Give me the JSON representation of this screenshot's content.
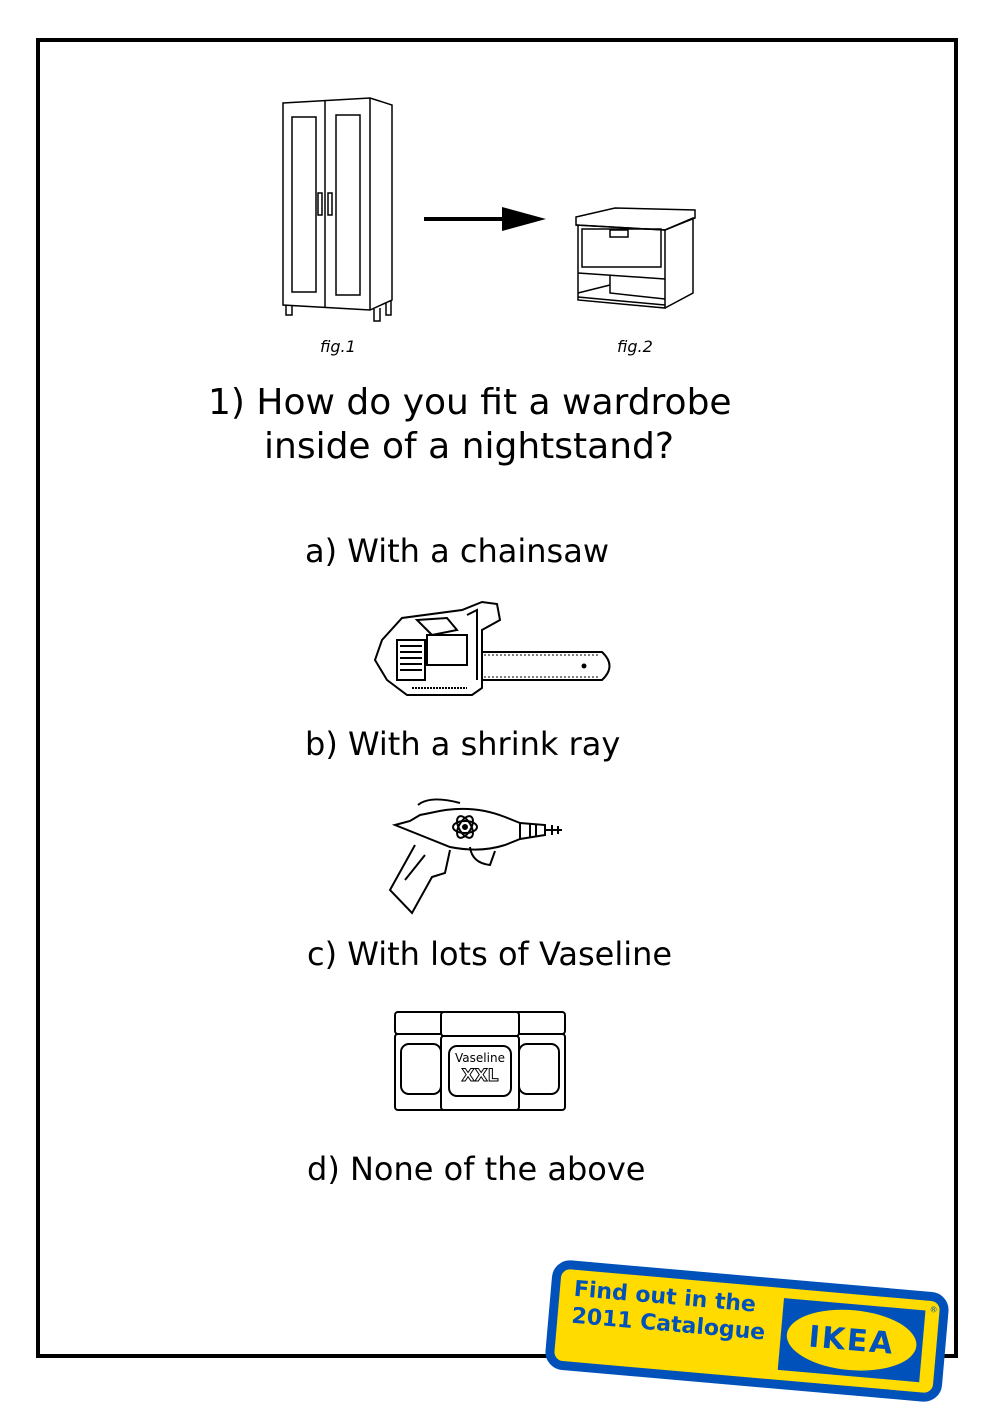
{
  "figures": {
    "fig1_caption": "fig.1",
    "fig2_caption": "fig.2"
  },
  "question": {
    "line1": "1) How do you fit a wardrobe",
    "line2": "inside of a nightstand?"
  },
  "answers": [
    {
      "label": "a) With a chainsaw"
    },
    {
      "label": "b) With a shrink ray"
    },
    {
      "label": "c) With lots of Vaseline"
    },
    {
      "label": "d) None of the above"
    }
  ],
  "vaseline_jars": {
    "brand": "Vaseline",
    "size": "XXL"
  },
  "badge": {
    "line1": "Find out in the",
    "line2": "2011 Catalogue",
    "logo": "IKEA",
    "registered": "®",
    "colors": {
      "yellow": "#ffdb00",
      "blue": "#0051ba"
    }
  }
}
